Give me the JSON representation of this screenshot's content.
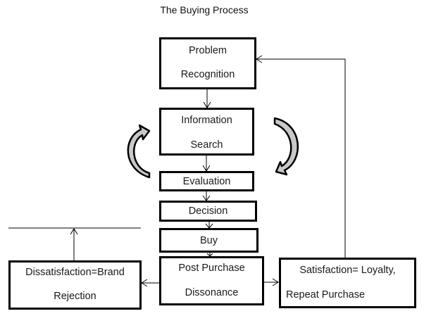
{
  "title": "The Buying Process",
  "stages": {
    "problem_recognition": {
      "line1": "Problem",
      "line2": "Recognition"
    },
    "information_search": {
      "line1": "Information",
      "line2": "Search"
    },
    "evaluation": {
      "label": "Evaluation"
    },
    "decision": {
      "label": "Decision"
    },
    "buy": {
      "label": "Buy"
    },
    "post_purchase": {
      "line1": "Post Purchase",
      "line2": "Dissonance"
    },
    "dissatisfaction": {
      "line1": "Dissatisfaction=Brand",
      "line2": "Rejection"
    },
    "satisfaction": {
      "line1": "Satisfaction= Loyalty,",
      "line2": "Repeat Purchase"
    }
  },
  "colors": {
    "stroke": "#000000",
    "curved_arrow_fill": "#c8c8c8",
    "background": "#ffffff"
  }
}
